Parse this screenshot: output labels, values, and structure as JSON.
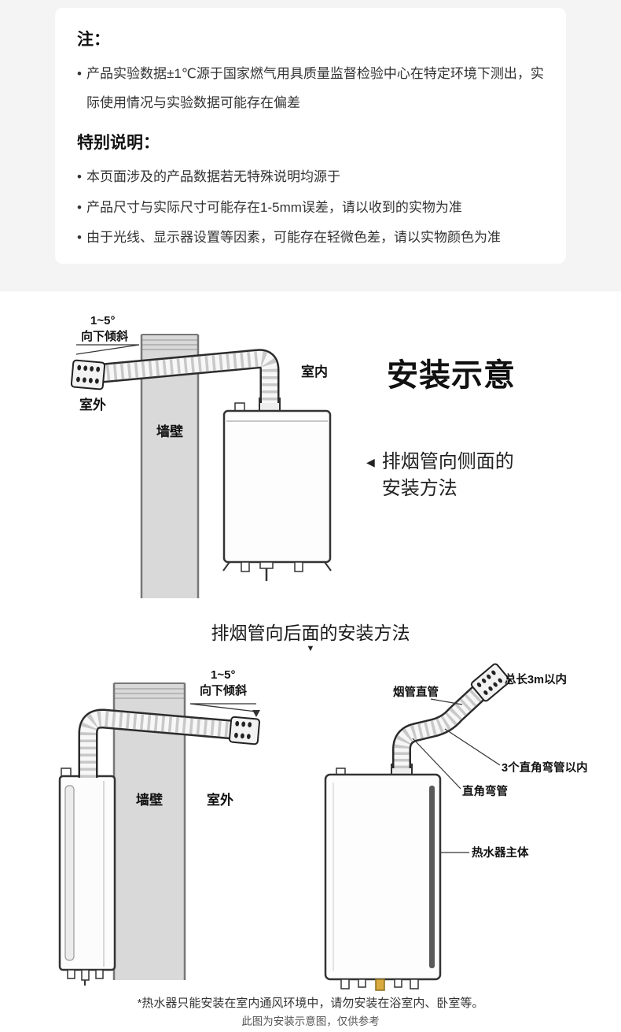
{
  "colors": {
    "page_background": "#f4f4f4",
    "card_background": "#ffffff",
    "wall_fill": "#d9d9d9",
    "outline": "#2b2b2b",
    "brass_fitting": "#d9ab3f"
  },
  "bullet_glyph": "•",
  "notes": {
    "title": "注：",
    "items": [
      "产品实验数据±1℃源于国家燃气用具质量监督检验中心在特定环境下测出，实际使用情况与实验数据可能存在偏差"
    ],
    "special_title": "特别说明：",
    "special_items": [
      "本页面涉及的产品数据若无特殊说明均源于",
      "产品尺寸与实际尺寸可能存在1-5mm误差，请以收到的实物为准",
      "由于光线、显示器设置等因素，可能存在轻微色差，请以实物颜色为准"
    ]
  },
  "install": {
    "title": "安装示意",
    "side_marker": "◀",
    "side_method_line1": "排烟管向侧面的",
    "side_method_line2": "安装方法",
    "back_heading": "排烟管向后面的安装方法",
    "down_arrow": "▼"
  },
  "diagram_side": {
    "tilt1": "1~5°",
    "tilt2": "向下倾斜",
    "outdoor": "室外",
    "indoor": "室内",
    "wall": "墙壁"
  },
  "diagram_back": {
    "tilt1": "1~5°",
    "tilt2": "向下倾斜",
    "wall": "墙壁",
    "outdoor": "室外"
  },
  "diagram_pipe": {
    "total_length": "总长3m以内",
    "straight_pipe": "烟管直管",
    "max_bends": "3个直角弯管以内",
    "elbow": "直角弯管",
    "heater_body": "热水器主体"
  },
  "footer": {
    "line1": "*热水器只能安装在室内通风环境中，请勿安装在浴室内、卧室等。",
    "line2": "此图为安装示意图，仅供参考"
  }
}
